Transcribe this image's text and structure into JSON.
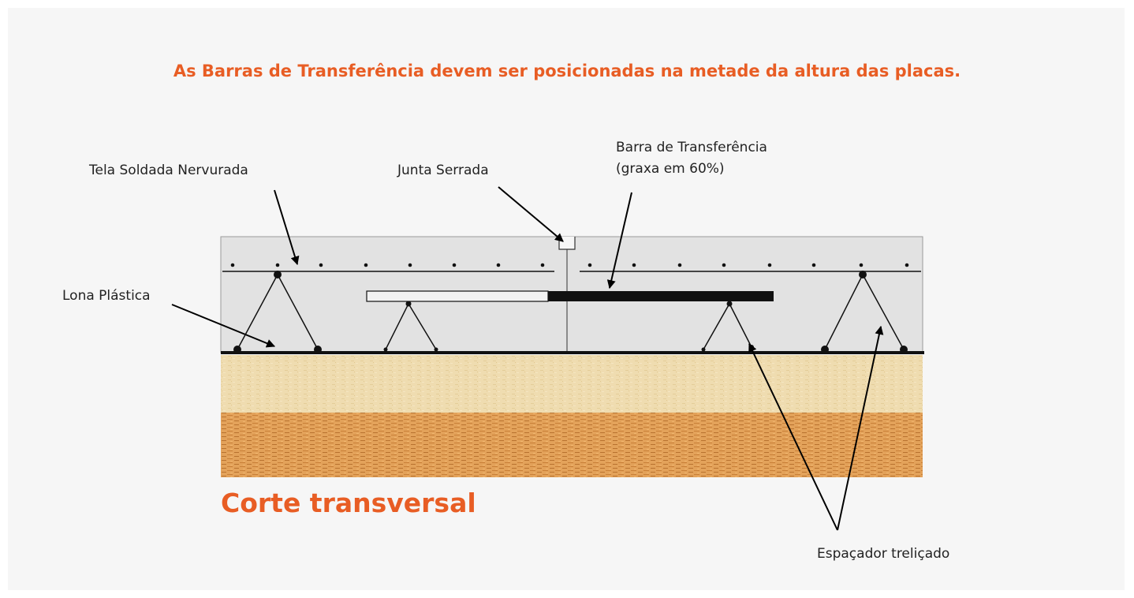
{
  "headline": "As Barras de Transferência devem ser posicionadas na metade da altura das placas.",
  "section_title": "Corte transversal",
  "labels": {
    "tela": "Tela Soldada Nervurada",
    "junta": "Junta Serrada",
    "barra_line1": "Barra de Transferência",
    "barra_line2": "(graxa em 60%)",
    "lona": "Lona Plástica",
    "espacador": "Espaçador treliçado"
  },
  "colors": {
    "accent": "#e85d24",
    "slab": "#e2e2e2",
    "sand": "#efdcb0",
    "soil": "#e3a25a",
    "steel": "#111111"
  }
}
